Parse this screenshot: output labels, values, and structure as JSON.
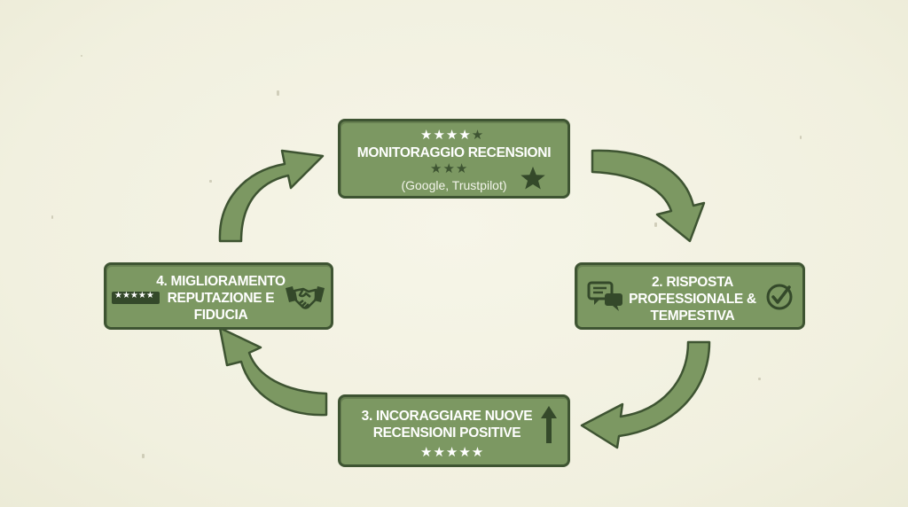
{
  "diagram": {
    "step1": {
      "title": "MONITORAGGIO RECENSIONI",
      "subtitle": "(Google, Trustpilot)",
      "top_stars": "★★★★",
      "top_star_dark": "★",
      "mid_stars": "★★★"
    },
    "step2": {
      "line1": "2. RISPOSTA",
      "line2": "PROFESSIONALE &",
      "line3": "TEMPESTIVA"
    },
    "step3": {
      "line1": "3. INCORAGGIARE NUOVE",
      "line2": "RECENSIONI POSITIVE",
      "stars": "★★★★★"
    },
    "step4": {
      "line1": "4. MIGLIORAMENTO",
      "line2": "REPUTAZIONE E",
      "line3": "FIDUCIA",
      "badge_stars": "★★★★★"
    },
    "icons": {
      "step1": "star-icon",
      "step2_left": "chat-bubbles-icon",
      "step2_right": "check-circle-icon",
      "step3": "up-arrow-icon",
      "step4_left": "rating-badge-icon",
      "step4_right": "handshake-icon"
    },
    "colors": {
      "box_fill": "#7c9862",
      "box_border": "#3e5432",
      "arrow_fill": "#7c9862",
      "arrow_stroke": "#3e5432",
      "background": "#f3f2e3"
    }
  }
}
